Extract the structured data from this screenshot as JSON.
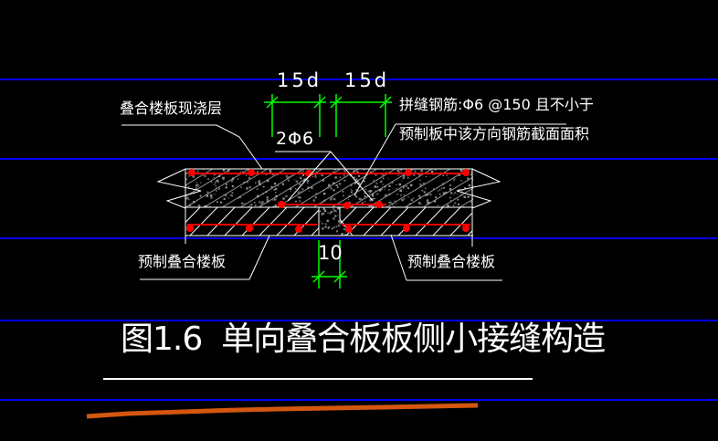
{
  "window": {
    "app": "cad-drawing-viewport",
    "background": "#000000"
  },
  "colors": {
    "ruled_line": "#0000ff",
    "dimension_green": "#00ff00",
    "rebar_red": "#ff0000",
    "outline_white": "#ffffff",
    "concrete_speckle": "#8f8f8f",
    "freehand_orange": "#d4570f"
  },
  "drawing": {
    "title": "图1.6  单向叠合板板侧小接缝构造",
    "labels": {
      "topping": "叠合楼板现浇层",
      "joint_bars": "2Φ6",
      "note_line1": "拼缝钢筋:Φ6 @150 且不小于",
      "note_line2": "预制板中该方向钢筋截面面积",
      "precast_left": "预制叠合楼板",
      "precast_right": "预制叠合楼板"
    },
    "dimensions": {
      "anchorage_left": "15d",
      "anchorage_right": "15d",
      "joint_width": "10"
    }
  }
}
